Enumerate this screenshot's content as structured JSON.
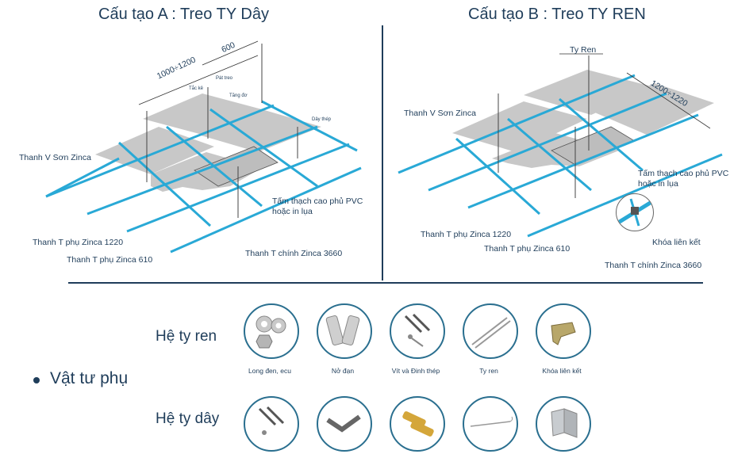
{
  "diagramA": {
    "title": "Cấu tạo A : Treo TY Dây",
    "dim1": "1000÷1200",
    "dim2": "600",
    "small1": "Tắc kê",
    "small2": "Pát treo",
    "small3": "Tăng đơ",
    "small4": "Dây thép",
    "label_v": "Thanh V Sơn Zinca",
    "label_board1": "Tấm thạch cao phủ PVC",
    "label_board2": "hoặc in lụa",
    "label_t1220": "Thanh T phụ Zinca 1220",
    "label_t610": "Thanh T phụ Zinca 610",
    "label_t3660": "Thanh T chính Zinca 3660"
  },
  "diagramB": {
    "title": "Cấu tạo B : Treo TY REN",
    "tyren": "Ty Ren",
    "dim": "1200÷1220",
    "label_v": "Thanh V Sơn Zinca",
    "label_board1": "Tấm thạch cao phủ PVC",
    "label_board2": "hoặc in lụa",
    "label_lock": "Khóa liên kết",
    "label_t1220": "Thanh T phụ Zinca 1220",
    "label_t610": "Thanh T phụ Zinca 610",
    "label_t3660": "Thanh T chính Zinca 3660"
  },
  "accessories": {
    "heading": "Vật tư phụ",
    "row1_label": "Hệ ty ren",
    "row2_label": "Hệ ty dây",
    "row1_items": [
      "Long đen, ecu",
      "Nở đạn",
      "Vít và Đinh thép",
      "Ty ren",
      "Khóa liên kết"
    ]
  },
  "colors": {
    "frame": "#29a9d6",
    "panel": "#c8c8c8",
    "text": "#1f3d5a",
    "ring": "#2a6f8f"
  }
}
